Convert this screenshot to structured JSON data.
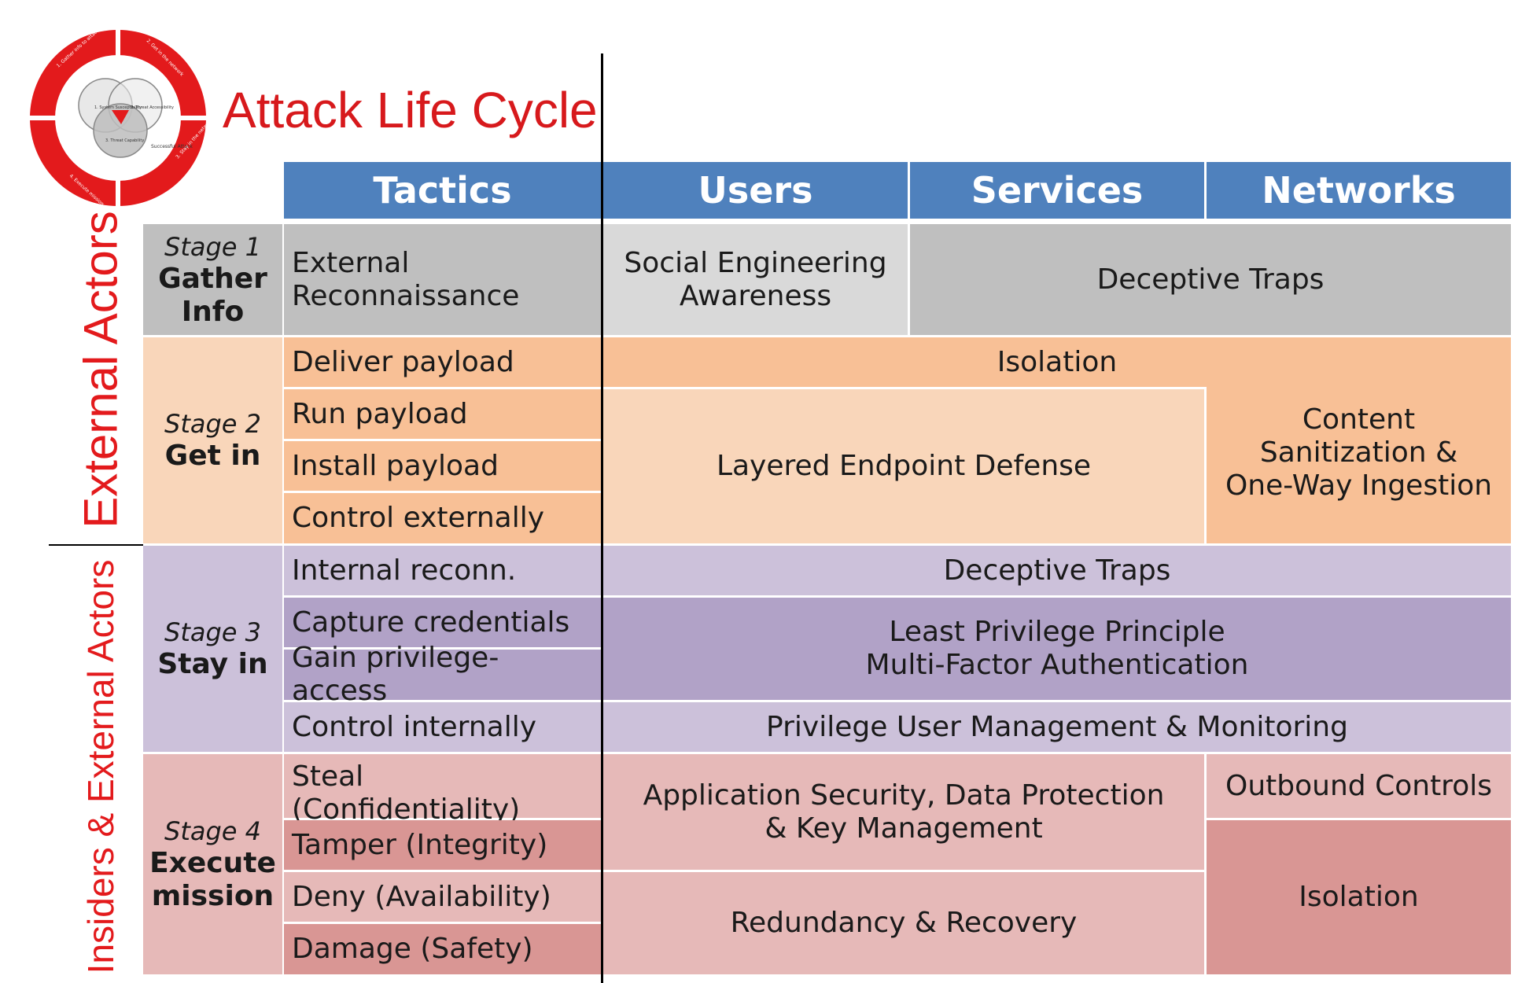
{
  "title": "Attack Life Cycle",
  "logo": {
    "ring_color": "#e31a1c",
    "ring_labels": [
      "1. Gather info to attack",
      "2. Get in the network",
      "3. Stay in the network",
      "4. Execute mission"
    ],
    "venn_labels": [
      "1. System Susceptibility",
      "2. Threat Accessibility",
      "3. Threat Capability"
    ],
    "side_label": "Successful Attack"
  },
  "side_labels": {
    "top": "External Actors",
    "bottom": "Insiders & External Actors"
  },
  "columns": {
    "tactics": "Tactics",
    "users": "Users",
    "services": "Services",
    "networks": "Networks"
  },
  "stages": [
    {
      "label": "Stage 1",
      "name": "Gather\nInfo"
    },
    {
      "label": "Stage 2",
      "name": "Get in"
    },
    {
      "label": "Stage 3",
      "name": "Stay in"
    },
    {
      "label": "Stage 4",
      "name": "Execute\nmission"
    }
  ],
  "tactics": [
    "External\nReconnaissance",
    "Deliver payload",
    "Run payload",
    "Install payload",
    "Control externally",
    "Internal reconn.",
    "Capture credentials",
    "Gain privilege-access",
    "Control internally",
    "Steal (Confidentiality)",
    "Tamper (Integrity)",
    "Deny (Availability)",
    "Damage (Safety)"
  ],
  "controls": {
    "social_engineering": "Social Engineering\nAwareness",
    "deceptive_traps_1": "Deceptive Traps",
    "isolation_1": "Isolation",
    "layered_endpoint": "Layered Endpoint Defense",
    "content_sanitization": "Content\nSanitization &\nOne-Way Ingestion",
    "deceptive_traps_2": "Deceptive Traps",
    "least_privilege": "Least Privilege Principle\nMulti-Factor Authentication",
    "privilege_user_mgmt": "Privilege User Management & Monitoring",
    "app_security": "Application Security, Data Protection\n& Key Management",
    "outbound_controls": "Outbound Controls",
    "redundancy": "Redundancy & Recovery",
    "isolation_2": "Isolation"
  },
  "colors": {
    "header": "#4f81bd",
    "stage1": "#bfbfbf",
    "stage1_light": "#d9d9d9",
    "stage2_dark": "#f8c096",
    "stage2_light": "#f9d6ba",
    "stage3_light": "#ccc1da",
    "stage3_dark": "#b1a2c7",
    "stage4_light": "#e6b9b8",
    "stage4_dark": "#d99694"
  }
}
